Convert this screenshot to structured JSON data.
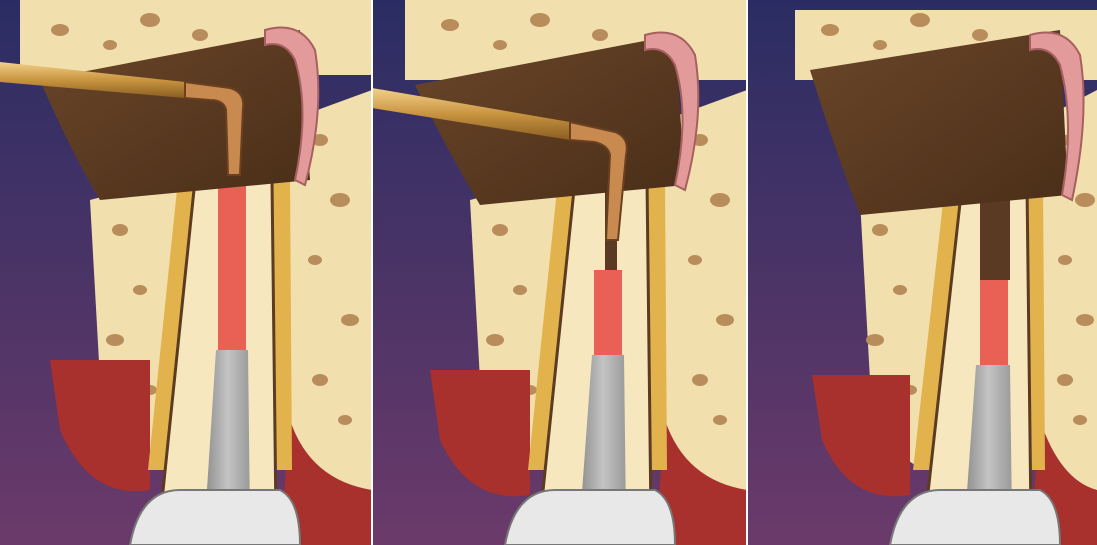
{
  "figure": {
    "panel_count": 3,
    "panels": [
      {
        "plug": "applicator-placing-material",
        "red_fill": "high"
      },
      {
        "plug": "applicator-condensing-material",
        "red_fill": "mid"
      },
      {
        "plug": "material-condensed-no-applicator",
        "red_fill": "low"
      }
    ]
  },
  "colors": {
    "background_top": "#2a2d63",
    "background_bottom": "#6b3a6a",
    "bone": "#f1dfad",
    "bone_spots": "#b98d5b",
    "gum_red": "#a8302d",
    "root_dentin": "#f6e7bf",
    "root_outline": "#5b3b22",
    "ligament_yellow": "#e2b24c",
    "canal_red": "#e96155",
    "gutta_gray": "#a8a8a8",
    "restorative_brown": "#5a3a22",
    "crown_pink": "#e29a9a",
    "instrument_gold": "#d9a85a",
    "instrument_tip": "#c98a50"
  }
}
